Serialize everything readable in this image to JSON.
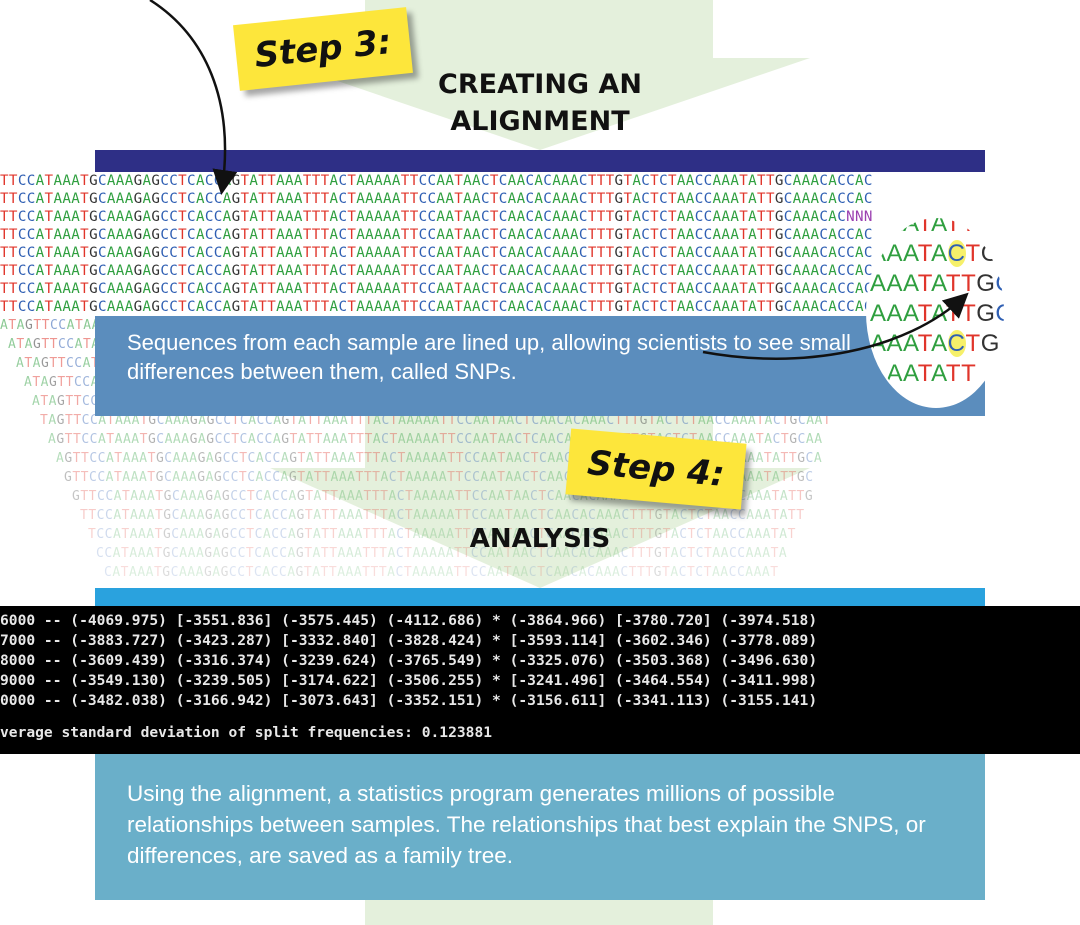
{
  "step3": {
    "tag": "Step 3:",
    "heading_line1": "CREATING AN",
    "heading_line2": "ALIGNMENT",
    "caption": "Sequences from each sample are lined up, allowing scientists to see small differences between them, called SNPs."
  },
  "step4": {
    "tag": "Step 4:",
    "heading": "ANALYSIS",
    "caption": "Using the alignment, a statistics program generates millions of possible relationships between samples. The relationships that best explain the SNPS, or differences, are saved as a family tree."
  },
  "alignment_rows": [
    "TTCCATAAATGCAAAGAGCCTCACCAGTATTAAATTTACTAAAAATTCCAATAACTCAACACAAACTTTGTACTCTAACCAAATATTGCAAACACCAC",
    "TTCCATAAATGCAAAGAGCCTCACCAGTATTAAATTTACTAAAAATTCCAATAACTCAACACAAACTTTGTACTCTAACCAAATATTGCAAACACCAC",
    "TTCCATAAATGCAAAGAGCCTCACCAGTATTAAATTTACTAAAAATTCCAATAACTCAACACAAACTTTGTACTCTAACCAAATATTGCAAACACNNN",
    "TTCCATAAATGCAAAGAGCCTCACCAGTATTAAATTTACTAAAAATTCCAATAACTCAACACAAACTTTGTACTCTAACCAAATATTGCAAACACCAC",
    "TTCCATAAATGCAAAGAGCCTCACCAGTATTAAATTTACTAAAAATTCCAATAACTCAACACAAACTTTGTACTCTAACCAAATATTGCAAACACCAC",
    "TTCCATAAATGCAAAGAGCCTCACCAGTATTAAATTTACTAAAAATTCCAATAACTCAACACAAACTTTGTACTCTAACCAAATATTGCAAACACCAC",
    "TTCCATAAATGCAAAGAGCCTCACCAGTATTAAATTTACTAAAAATTCCAATAACTCAACACAAACTTTGTACTCTAACCAAATATTGCAAACACCAC",
    "TTCCATAAATGCAAAGAGCCTCACCAGTATTAAATTTACTAAAAATTCCAATAACTCAACACAAACTTTGTACTCTAACCAAATATTGCAAACACCAC"
  ],
  "faded_rows": [
    "ATAGTTCCATAAATGCAAAGAGCCTCACCAGTATTAAATTTACTAAAAATTCCAATAACTCAACACAAACTTTGTACTCTAACCAAATATTGCAAACAC",
    "ATAGTTCCATAAATGCAAAGAGCCTCACCAGTATTAAATTTACTAAAAATTCCAATAACTCAACACAAACTTTGTACTCTAACCAAATATTGCAAACAC",
    "ATAGTTCCATAAATGCAAAGAGCCTCACCAGTATTAAATTTACTAAAAATTCCAATAACTCAACACAAACTTTGTACTCTAACCAAATATTGCAAACAC",
    "ATAGTTCCATAAATGCAAAGAGCCTCACCAGTATTAAATTTACTAAAAATTCCAATAACTCAACACAAACTTTGTACTCTAACCAAATATTGCAAACAC",
    "ATAGTTCCATAAATGCAAAGAGCCTCACCAGTATTAAATTTACTAAAAATTCCAATAACTCAACACAAACTTTGTACTCTAACCAAATATTGCAAAGAC",
    "TAGTTCCATAAATGCAAAGAGCCTCACCAGTATTAAATTTACTAAAAATTCCAATAACTCAACACAAACTTTGTACTCTAACCAAATACTGCAAT",
    "AGTTCCATAAATGCAAAGAGCCTCACCAGTATTAAATTTACTAAAAATTCCAATAACTCAACACAAACTTTGTACTCTAACCAAATACTGCAA",
    "AGTTCCATAAATGCAAAGAGCCTCACCAGTATTAAATTTACTAAAAATTCCAATAACTCAACACAAACTTTGTACTCTAACCAAATATTGCA",
    "GTTCCATAAATGCAAAGAGCCTCACCAGTATTAAATTTACTAAAAATTCCAATAACTCAACACAAACTTTGTACTCTAACCAAATATTGC",
    "GTTCCATAAATGCAAAGAGCCTCACCAGTATTAAATTTACTAAAAATTCCAATAACTCAACACAAACTTTGTACTCTAACCAAATATTG",
    "TTCCATAAATGCAAAGAGCCTCACCAGTATTAAATTTACTAAAAATTCCAATAACTCAACACAAACTTTGTACTCTAACCAAATATT",
    "TCCATAAATGCAAAGAGCCTCACCAGTATTAAATTTACTAAAAATTCCAATAACTCAACACAAACTTTGTACTCTAACCAAATAT",
    "CCATAAATGCAAAGAGCCTCACCAGTATTAAATTTACTAAAAATTCCAATAACTCAACACAAACTTTGTACTCTAACCAAATA",
    "CATAAATGCAAAGAGCCTCACCAGTATTAAATTTACTAAAAATTCCAATAACTCAACACAAACTTTGTACTCTAACCAAAT"
  ],
  "magnifier_rows": [
    "AAATATT",
    "AAATACTGC",
    "AAATATTGC",
    "AAATATTGC",
    "AAATACTGC",
    "AAATATT"
  ],
  "console_lines": [
    "6000 -- (-4069.975) [-3551.836] (-3575.445) (-4112.686) * (-3864.966) [-3780.720] (-3974.518)",
    "7000 -- (-3883.727) (-3423.287) [-3332.840] (-3828.424) * [-3593.114] (-3602.346) (-3778.089)",
    "8000 -- (-3609.439) (-3316.374) (-3239.624) (-3765.549) * (-3325.076) (-3503.368) (-3496.630)",
    "9000 -- (-3549.130) (-3239.505) [-3174.622] (-3506.255) * [-3241.496] (-3464.554) (-3411.998)",
    "0000 -- (-3482.038) (-3166.942) [-3073.643] (-3352.151) * (-3156.611] (-3341.113) (-3155.141)",
    "",
    "verage standard deviation of split frequencies: 0.123881"
  ],
  "colors": {
    "A": "#2f9f3f",
    "T": "#e0352b",
    "C": "#2f5fb3",
    "G": "#333333",
    "N": "#9b3fb0",
    "arrow_green": "#e4f0dc",
    "alignment_band": "#2e2f86",
    "caption3_bg": "#5b8dbd",
    "caption4_bg": "#6aafc9",
    "analysis_band": "#2aa2de",
    "tag_yellow": "#fde63b"
  }
}
